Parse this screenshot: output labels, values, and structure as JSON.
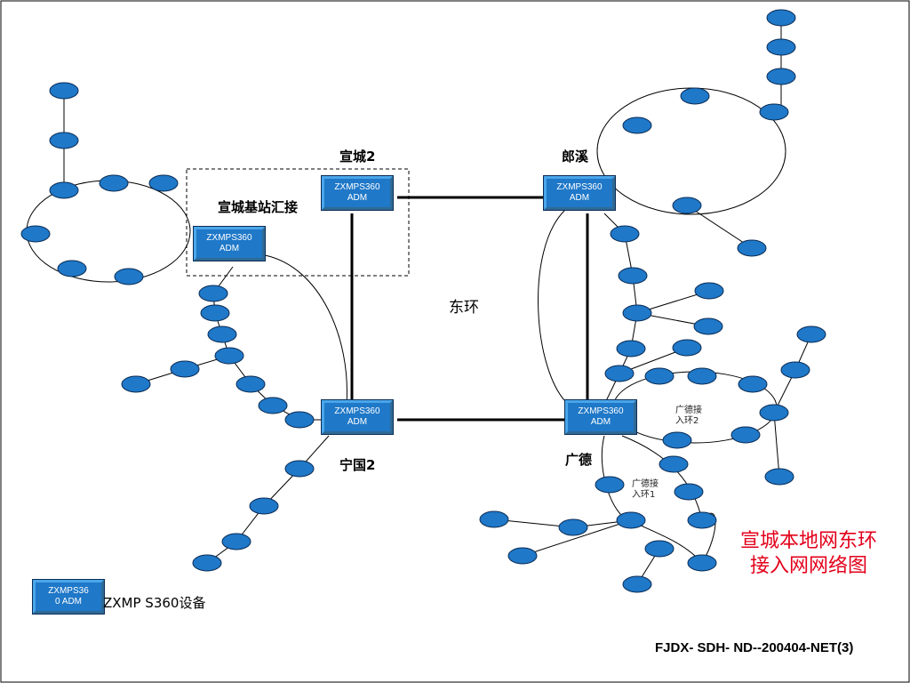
{
  "colors": {
    "node_fill": "#1f78c8",
    "node_stroke": "#0b2c55",
    "line": "#000000",
    "title": "#e3001b"
  },
  "device_label": {
    "line1": "ZXMPS360",
    "line2": "ADM"
  },
  "sites": {
    "xuancheng2": "宣城2",
    "langxi": "郎溪",
    "ningguo2": "宁国2",
    "guangde": "广德",
    "hub": "宣城基站汇接"
  },
  "ring_label": "东环",
  "access_ring_2": "广德接\n入环2",
  "access_ring_1": "广德接\n入环1",
  "legend": {
    "box_line1": "ZXMPS36",
    "box_line2": "0   ADM",
    "text": "ZXMP S360设备"
  },
  "title": "宣城本地网东环\n接入网网络图",
  "footer": "FJDX- SDH- ND--200404-NET(3)"
}
